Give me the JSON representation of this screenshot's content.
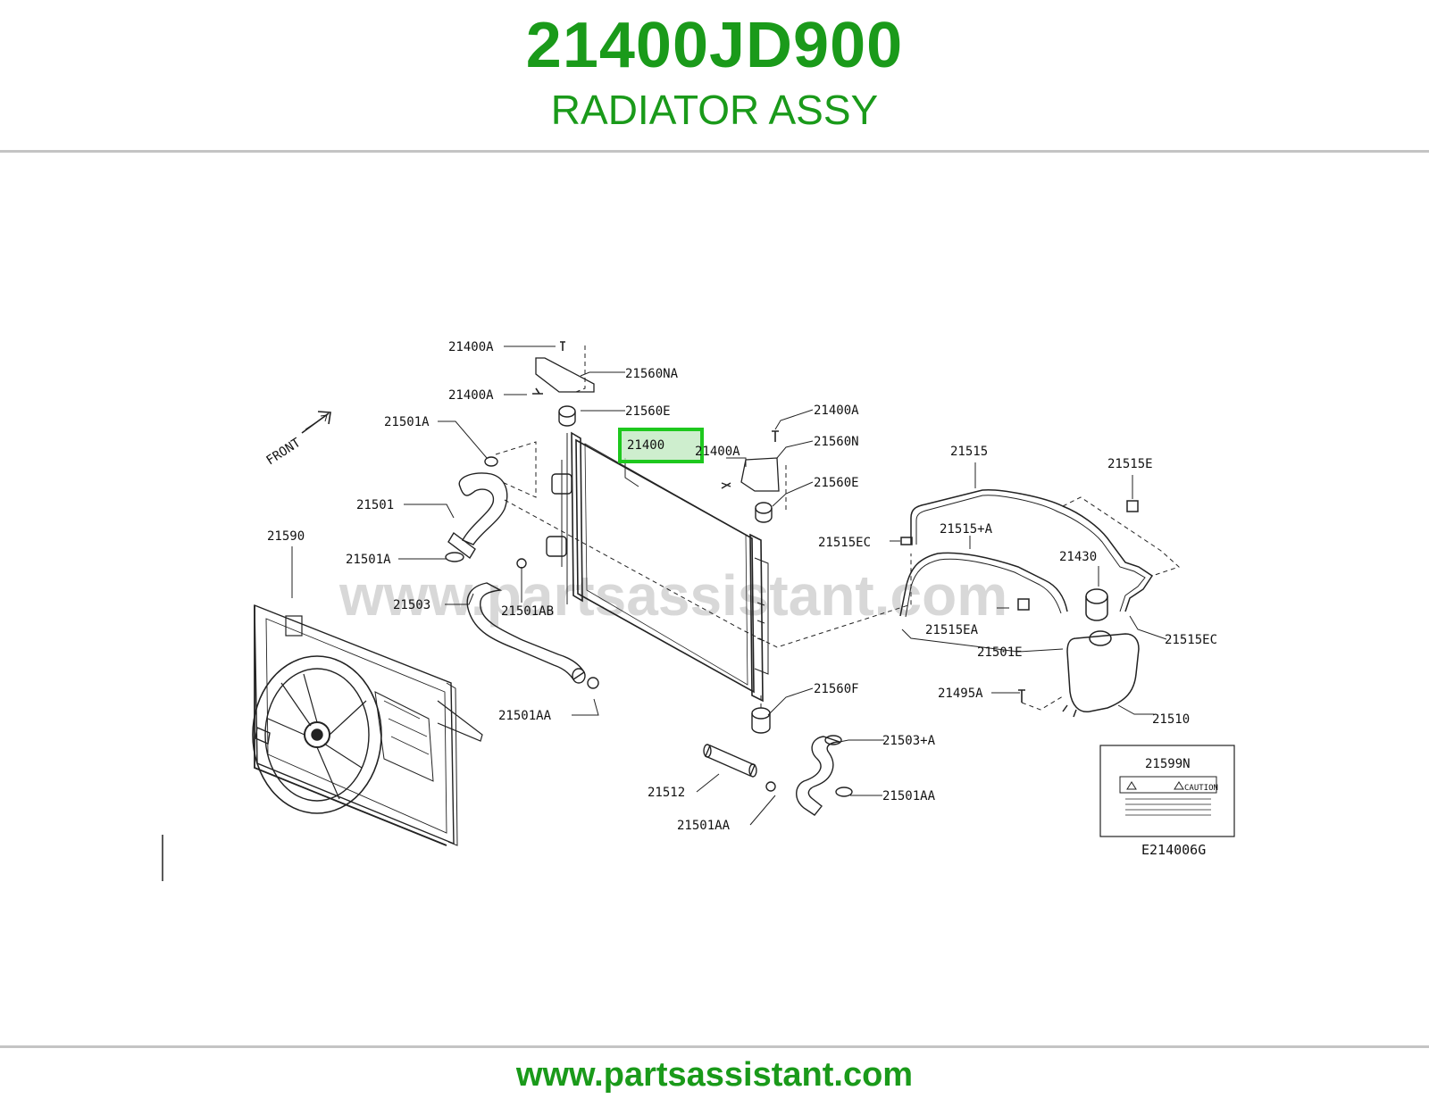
{
  "header": {
    "part_number": "21400JD900",
    "part_name": "RADIATOR ASSY"
  },
  "footer": {
    "url": "www.partsassistant.com"
  },
  "diagram": {
    "watermark": "www.partsassistant.com",
    "front_label": "FRONT",
    "diagram_code": "E214006G",
    "highlight_color": "#1ec81e",
    "brand_color": "#1a9a1a",
    "highlighted_part": "21400",
    "caution_label": {
      "part": "21599N",
      "text": "CAUTION"
    },
    "callouts": {
      "c21400A_top": "21400A",
      "c21560NA": "21560NA",
      "c21400A_2": "21400A",
      "c21560E_top": "21560E",
      "c21501A_top": "21501A",
      "c21501": "21501",
      "c21590": "21590",
      "c21501A_mid": "21501A",
      "c21503": "21503",
      "c21501AB": "21501AB",
      "c21400": "21400",
      "c21400A_mid": "21400A",
      "c21400A_right": "21400A",
      "c21560N": "21560N",
      "c21560E_right": "21560E",
      "c21515EC_left": "21515EC",
      "c21515": "21515",
      "c21515E": "21515E",
      "c21515plusA": "21515+A",
      "c21430": "21430",
      "c21515EA": "21515EA",
      "c21501E": "21501E",
      "c21515EC_right": "21515EC",
      "c21495A": "21495A",
      "c21510": "21510",
      "c21560F": "21560F",
      "c21501AA_left": "21501AA",
      "c21503plusA": "21503+A",
      "c21512": "21512",
      "c21501AA_right": "21501AA",
      "c21501AA_bottom": "21501AA"
    }
  }
}
